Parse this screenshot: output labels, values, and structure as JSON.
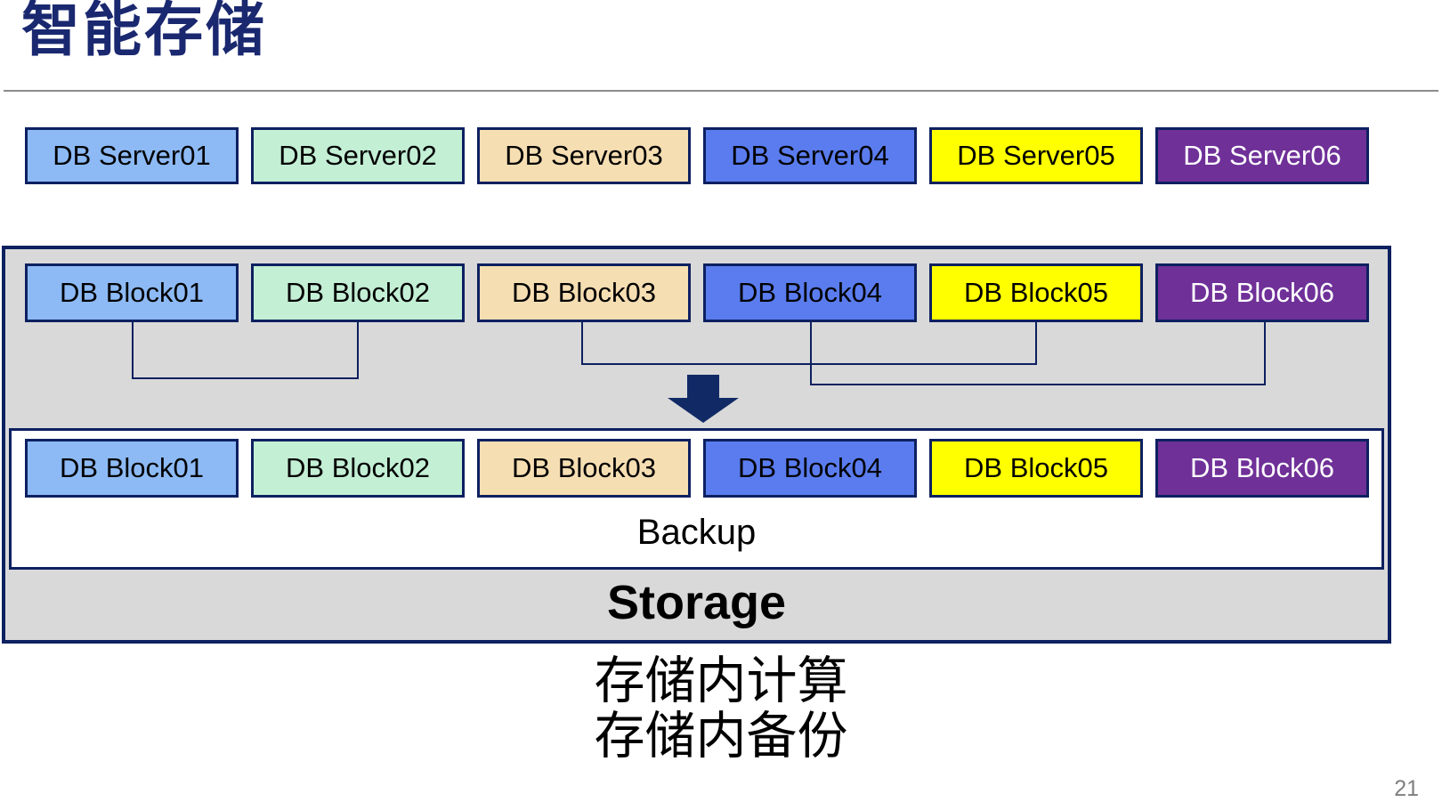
{
  "slide": {
    "title": "智能存储",
    "page_number": "21"
  },
  "colors": {
    "navy": "#0d2060",
    "title": "#1a2870",
    "arrow": "#112a66",
    "container_fill": "#d9d9d9",
    "divider": "#8c8c8c",
    "page_number": "#7f7f7f"
  },
  "server_row": {
    "items": [
      {
        "label": "DB Server01",
        "fill": "#8dbaf5",
        "text": "#000000"
      },
      {
        "label": "DB Server02",
        "fill": "#c3efd5",
        "text": "#000000"
      },
      {
        "label": "DB Server03",
        "fill": "#f6deb3",
        "text": "#000000"
      },
      {
        "label": "DB Server04",
        "fill": "#5a7cee",
        "text": "#000000"
      },
      {
        "label": "DB Server05",
        "fill": "#ffff00",
        "text": "#000000"
      },
      {
        "label": "DB Server06",
        "fill": "#6f3098",
        "text": "#ffffff"
      }
    ]
  },
  "storage": {
    "label": "Storage",
    "block_row": {
      "items": [
        {
          "label": "DB Block01",
          "fill": "#8dbaf5",
          "text": "#000000"
        },
        {
          "label": "DB Block02",
          "fill": "#c3efd5",
          "text": "#000000"
        },
        {
          "label": "DB Block03",
          "fill": "#f6deb3",
          "text": "#000000"
        },
        {
          "label": "DB Block04",
          "fill": "#5a7cee",
          "text": "#000000"
        },
        {
          "label": "DB Block05",
          "fill": "#ffff00",
          "text": "#000000"
        },
        {
          "label": "DB Block06",
          "fill": "#6f3098",
          "text": "#ffffff"
        }
      ]
    },
    "backup": {
      "label": "Backup",
      "block_row": {
        "items": [
          {
            "label": "DB Block01",
            "fill": "#8dbaf5",
            "text": "#000000"
          },
          {
            "label": "DB Block02",
            "fill": "#c3efd5",
            "text": "#000000"
          },
          {
            "label": "DB Block03",
            "fill": "#f6deb3",
            "text": "#000000"
          },
          {
            "label": "DB Block04",
            "fill": "#5a7cee",
            "text": "#000000"
          },
          {
            "label": "DB Block05",
            "fill": "#ffff00",
            "text": "#000000"
          },
          {
            "label": "DB Block06",
            "fill": "#6f3098",
            "text": "#ffffff"
          }
        ]
      }
    }
  },
  "caption": {
    "line1": "存储内计算",
    "line2": "存储内备份"
  }
}
